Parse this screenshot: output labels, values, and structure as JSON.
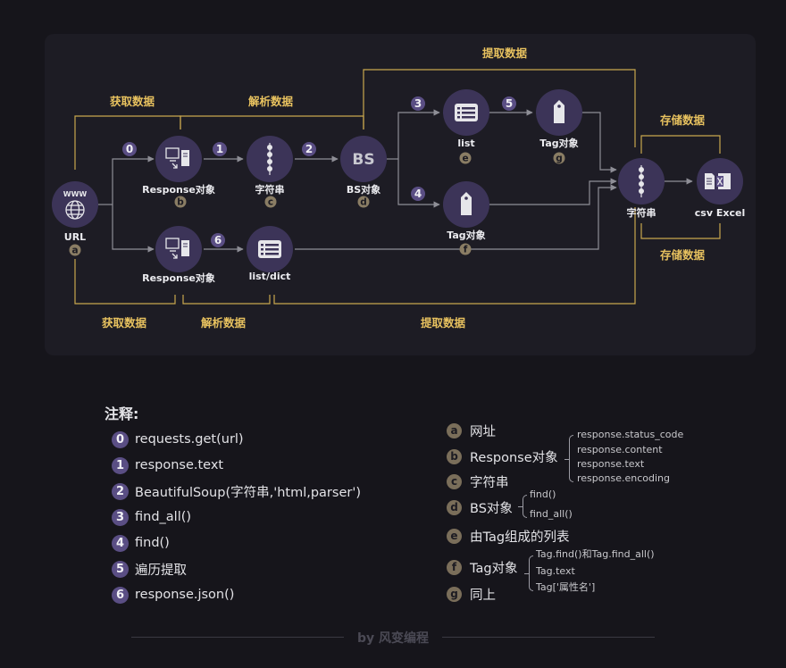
{
  "nodes": {
    "url": "URL",
    "resp_top": "Response对象",
    "str_mid": "字符串",
    "bs_glyph": "BS",
    "bs": "BS对象",
    "list": "list",
    "tag_top": "Tag对象",
    "tag_mid": "Tag对象",
    "resp_bottom": "Response对象",
    "listdict": "list/dict",
    "str_right": "字符串",
    "csv": "csv Excel",
    "www": "WWW"
  },
  "node_letters": {
    "a": "a",
    "b": "b",
    "c": "c",
    "d": "d",
    "e": "e",
    "f": "f",
    "g": "g"
  },
  "steps": {
    "s0": "0",
    "s1": "1",
    "s2": "2",
    "s3": "3",
    "s4": "4",
    "s5": "5",
    "s6": "6"
  },
  "brackets": {
    "get_top": "获取数据",
    "parse_top": "解析数据",
    "extract_top": "提取数据",
    "store_top": "存储数据",
    "store_bottom": "存储数据",
    "get_bottom": "获取数据",
    "parse_bottom": "解析数据",
    "extract_bottom": "提取数据"
  },
  "notes": {
    "title": "注释:",
    "numbered": [
      {
        "num": "0",
        "text": "requests.get(url)"
      },
      {
        "num": "1",
        "text": "response.text"
      },
      {
        "num": "2",
        "text": "BeautifulSoup(字符串,'html,parser')"
      },
      {
        "num": "3",
        "text": "find_all()"
      },
      {
        "num": "4",
        "text": "find()"
      },
      {
        "num": "5",
        "text": "遍历提取"
      },
      {
        "num": "6",
        "text": "response.json()"
      }
    ],
    "lettered": [
      {
        "letter": "a",
        "text": "网址"
      },
      {
        "letter": "b",
        "text": "Response对象"
      },
      {
        "letter": "c",
        "text": "字符串"
      },
      {
        "letter": "d",
        "text": "BS对象"
      },
      {
        "letter": "e",
        "text": "由Tag组成的列表"
      },
      {
        "letter": "f",
        "text": "Tag对象"
      },
      {
        "letter": "g",
        "text": "同上"
      }
    ],
    "response_attrs": [
      "response.status_code",
      "response.content",
      "response.text",
      "response.encoding"
    ],
    "bs_methods": [
      "find()",
      "find_all()"
    ],
    "tag_attrs": [
      "Tag.find()和Tag.find_all()",
      "Tag.text",
      "Tag['属性名']"
    ]
  },
  "footer": "by 风变编程",
  "colors": {
    "node": "#3c3458",
    "badge": "#5a4e84",
    "bracket": "#c9a74e",
    "bracket_text": "#e8c25f",
    "letter_badge": "#8a7d64"
  }
}
